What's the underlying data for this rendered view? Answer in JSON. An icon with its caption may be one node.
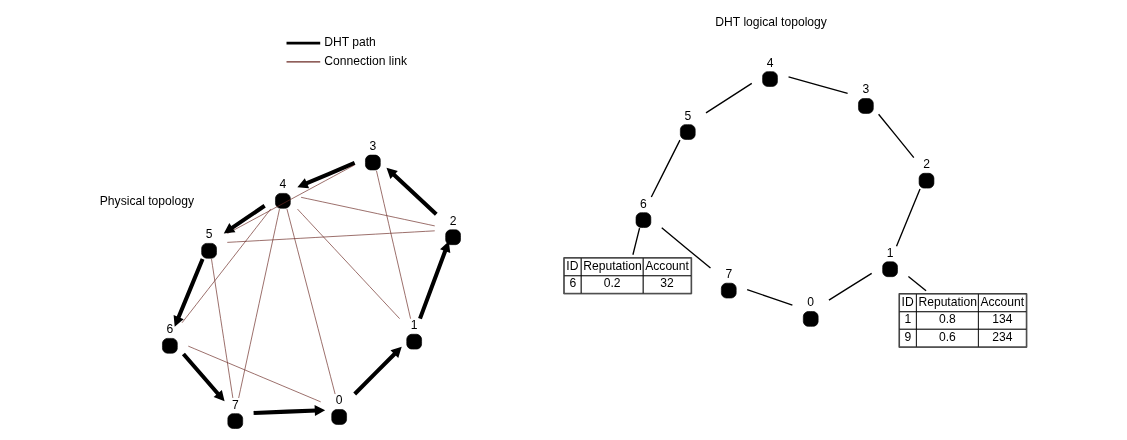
{
  "diagram": {
    "nodes": [
      {
        "text": [],
        "shape": "circle",
        "beside": [
          "0"
        ]
      },
      {
        "text": [],
        "shape": "circle",
        "beside": [
          "1"
        ]
      },
      {
        "text": [],
        "shape": "circle",
        "beside": [
          "2"
        ]
      },
      {
        "text": [],
        "shape": "circle",
        "beside": [
          "3"
        ]
      },
      {
        "text": [],
        "shape": "circle",
        "beside": [
          "4"
        ]
      },
      {
        "text": [],
        "shape": "circle",
        "beside": [
          "5"
        ]
      },
      {
        "text": [],
        "shape": "circle",
        "beside": [
          "6"
        ]
      },
      {
        "text": [],
        "shape": "circle",
        "beside": [
          "7"
        ]
      },
      {
        "text": [],
        "shape": "circle",
        "beside": [
          "0"
        ]
      },
      {
        "text": [],
        "shape": "circle",
        "beside": [
          "1"
        ]
      },
      {
        "text": [],
        "shape": "circle",
        "beside": [
          "2"
        ]
      },
      {
        "text": [],
        "shape": "circle",
        "beside": [
          "3"
        ]
      },
      {
        "text": [],
        "shape": "circle",
        "beside": [
          "4"
        ]
      },
      {
        "text": [],
        "shape": "circle",
        "beside": [
          "5"
        ]
      },
      {
        "text": [],
        "shape": "circle",
        "beside": [
          "6"
        ]
      },
      {
        "text": [],
        "shape": "circle",
        "beside": [
          "7"
        ]
      },
      {
        "text": [
          "ID",
          "Reputation",
          "Account",
          "6",
          "0.2",
          "32"
        ]
      },
      {
        "text": [
          "ID",
          "Reputation",
          "Account",
          "1",
          "0.8",
          "134",
          "9",
          "0.6",
          "234"
        ]
      }
    ],
    "edges": [
      {
        "from": 0,
        "to": 1,
        "arrow": "to",
        "style": "thick"
      },
      {
        "from": 1,
        "to": 2,
        "arrow": "to",
        "style": "thick"
      },
      {
        "from": 2,
        "to": 3,
        "arrow": "to",
        "style": "thick"
      },
      {
        "from": 3,
        "to": 4,
        "arrow": "to",
        "style": "thick"
      },
      {
        "from": 4,
        "to": 5,
        "arrow": "to",
        "style": "thick"
      },
      {
        "from": 5,
        "to": 6,
        "arrow": "to",
        "style": "thick"
      },
      {
        "from": 6,
        "to": 7,
        "arrow": "to",
        "style": "thick"
      },
      {
        "from": 7,
        "to": 0,
        "arrow": "to",
        "style": "thick"
      },
      {
        "from": 0,
        "to": 4,
        "arrow": "none",
        "color": "#6b2a24"
      },
      {
        "from": 0,
        "to": 6,
        "arrow": "none",
        "color": "#6b2a24"
      },
      {
        "from": 1,
        "to": 4,
        "arrow": "none",
        "color": "#6b2a24"
      },
      {
        "from": 1,
        "to": 3,
        "arrow": "none",
        "color": "#6b2a24"
      },
      {
        "from": 7,
        "to": 4,
        "arrow": "none",
        "color": "#6b2a24"
      },
      {
        "from": 4,
        "to": 2,
        "arrow": "none",
        "color": "#6b2a24"
      },
      {
        "from": 7,
        "to": 5,
        "arrow": "none",
        "color": "#6b2a24"
      },
      {
        "from": 4,
        "to": 6,
        "arrow": "none",
        "color": "#6b2a24"
      },
      {
        "from": 2,
        "to": 5,
        "arrow": "none",
        "color": "#6b2a24"
      },
      {
        "from": 3,
        "to": 5,
        "arrow": "none",
        "color": "#6b2a24"
      },
      {
        "from": 8,
        "to": 9,
        "arrow": "none"
      },
      {
        "from": 9,
        "to": 10,
        "arrow": "none"
      },
      {
        "from": 10,
        "to": 11,
        "arrow": "none"
      },
      {
        "from": 11,
        "to": 12,
        "arrow": "none"
      },
      {
        "from": 12,
        "to": 13,
        "arrow": "none"
      },
      {
        "from": 13,
        "to": 14,
        "arrow": "none"
      },
      {
        "from": 14,
        "to": 15,
        "arrow": "none"
      },
      {
        "from": 15,
        "to": 8,
        "arrow": "none"
      },
      {
        "from": 16,
        "to": 14,
        "arrow": "none"
      },
      {
        "from": 17,
        "to": 9,
        "arrow": "none"
      }
    ],
    "labels": [
      "Physical topology",
      "DHT logical topology"
    ],
    "legend": [
      {
        "text": "DHT path"
      },
      {
        "text": "Connection link"
      }
    ]
  }
}
